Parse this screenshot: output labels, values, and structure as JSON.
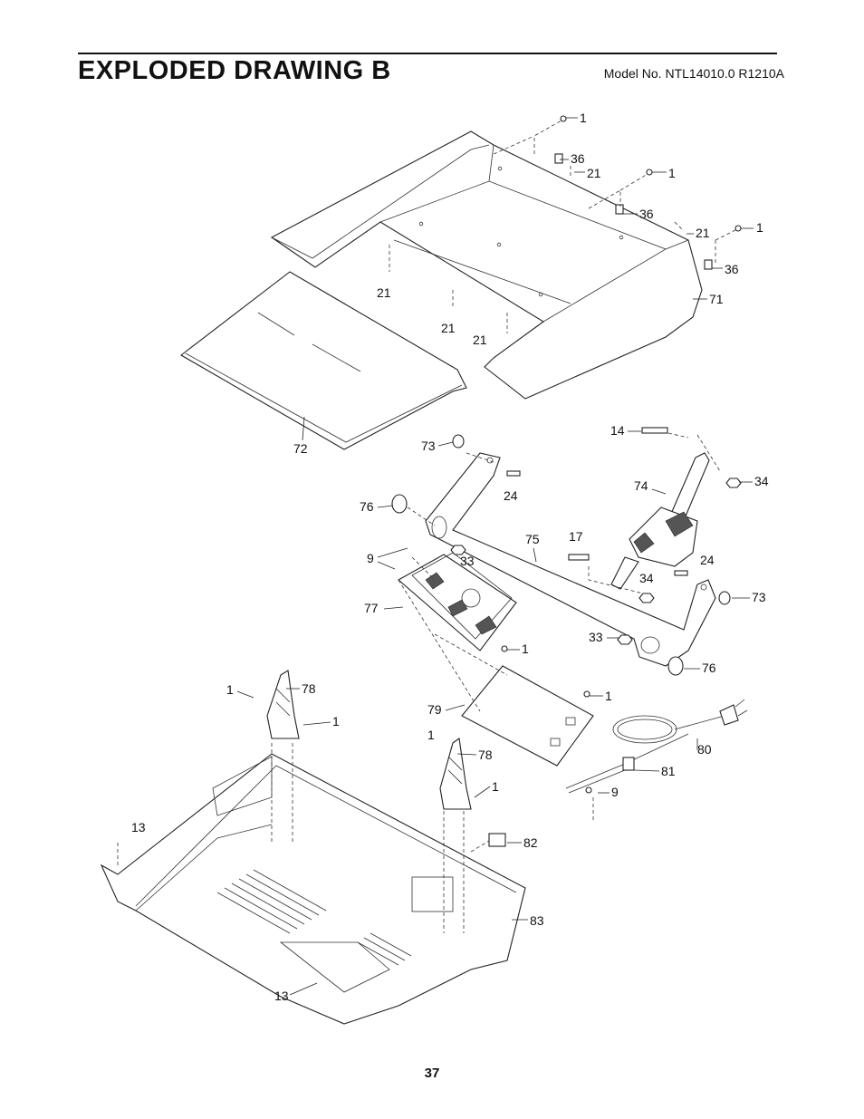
{
  "header": {
    "title": "EXPLODED DRAWING B",
    "model": "Model No. NTL14010.0 R1210A"
  },
  "footer": {
    "page_number": "37"
  },
  "callouts": [
    {
      "label": "1"
    },
    {
      "label": "36"
    },
    {
      "label": "21"
    },
    {
      "label": "1"
    },
    {
      "label": "36"
    },
    {
      "label": "21"
    },
    {
      "label": "1"
    },
    {
      "label": "36"
    },
    {
      "label": "71"
    },
    {
      "label": "21"
    },
    {
      "label": "21"
    },
    {
      "label": "21"
    },
    {
      "label": "72"
    },
    {
      "label": "14"
    },
    {
      "label": "73"
    },
    {
      "label": "74"
    },
    {
      "label": "34"
    },
    {
      "label": "24"
    },
    {
      "label": "76"
    },
    {
      "label": "75"
    },
    {
      "label": "17"
    },
    {
      "label": "9"
    },
    {
      "label": "33"
    },
    {
      "label": "24"
    },
    {
      "label": "34"
    },
    {
      "label": "73"
    },
    {
      "label": "77"
    },
    {
      "label": "33"
    },
    {
      "label": "1"
    },
    {
      "label": "76"
    },
    {
      "label": "1"
    },
    {
      "label": "78"
    },
    {
      "label": "1"
    },
    {
      "label": "79"
    },
    {
      "label": "1"
    },
    {
      "label": "1"
    },
    {
      "label": "78"
    },
    {
      "label": "80"
    },
    {
      "label": "1"
    },
    {
      "label": "81"
    },
    {
      "label": "9"
    },
    {
      "label": "13"
    },
    {
      "label": "82"
    },
    {
      "label": "83"
    },
    {
      "label": "13"
    }
  ]
}
